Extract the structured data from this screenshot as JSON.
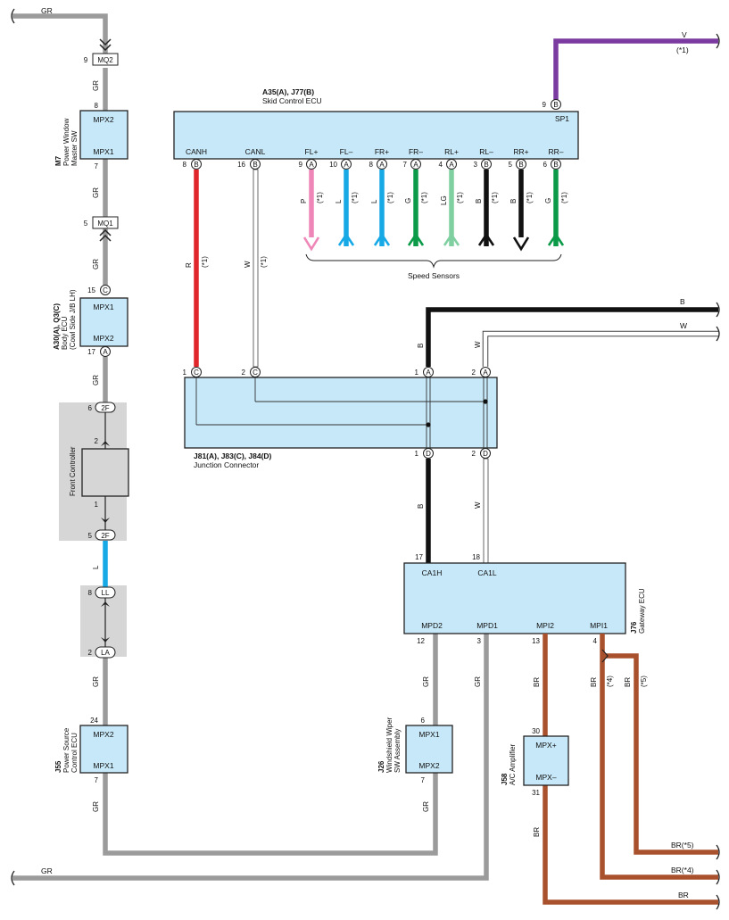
{
  "colors": {
    "GR": "#9b9b9b",
    "L": "#16a9e6",
    "R": "#e0262a",
    "P": "#ef86b8",
    "G": "#0a9a48",
    "LG": "#80cfa0",
    "B": "#111111",
    "V": "#7a3aa0",
    "BR": "#a8512c",
    "W": "#ffffff",
    "box_fill": "#c7e8f8",
    "gray_area": "#d6d6d6"
  },
  "wires": {
    "gr_top": "GR",
    "gr_mq2_8": "GR",
    "gr_m7_7": "GR",
    "gr_mq1_15": "GR",
    "gr_a30_17": "GR",
    "l_mid": "L",
    "gr_la_24": "GR",
    "gr_j55_7": "GR",
    "gr_j26_6": "GR",
    "gr_j26_7": "GR",
    "gr_bottom": "GR",
    "br_13": "BR",
    "br_4_a": "BR",
    "br_4_b": "BR",
    "br_31": "BR",
    "br_e5": "BR(*5)",
    "br_e4": "BR(*4)",
    "br_e": "BR",
    "canh_r": "R",
    "canl_w": "W",
    "fl_plus": "P",
    "fl_minus": "L",
    "fr_plus": "L",
    "fr_minus": "G",
    "rl_plus": "LG",
    "rl_minus": "B",
    "rr_plus": "B",
    "rr_minus": "G",
    "ca1h_b": "B",
    "ca1l_w": "W",
    "top_b": "B",
    "top_w": "W",
    "v_top": "V"
  },
  "notes": {
    "n1": "(*1)",
    "n4": "(*4)",
    "n5": "(*5)"
  },
  "connectors": {
    "mq2": "MQ2",
    "mq1": "MQ1",
    "c_letter": "C",
    "a_letter": "A",
    "b_letter": "B",
    "d_letter": "D",
    "twoF": "2F",
    "ll": "LL",
    "la": "LA"
  },
  "pins": {
    "p9": "9",
    "p8": "8",
    "p7": "7",
    "p5": "5",
    "p15": "15",
    "p17": "17",
    "p6": "6",
    "p2": "2",
    "p1": "1",
    "p24": "24",
    "p16": "16",
    "p10": "10",
    "p4": "4",
    "p3": "3",
    "p12": "12",
    "p13": "13",
    "p18": "18",
    "p30": "30",
    "p31": "31"
  },
  "components": {
    "m7": {
      "code": "M7",
      "name1": "Power Window",
      "name2": "Master SW",
      "top": "MPX2",
      "bottom": "MPX1"
    },
    "a30": {
      "code": "A30(A), Q3(C)",
      "name1": "Body ECU",
      "name2": "(Cowl Side J/B LH)",
      "top": "MPX1",
      "bottom": "MPX2"
    },
    "front": {
      "name": "Front Controller"
    },
    "j55": {
      "code": "J55",
      "name1": "Power Source",
      "name2": "Control ECU",
      "top": "MPX2",
      "bottom": "MPX1"
    },
    "a35": {
      "code": "A35(A), J77(B)",
      "name": "Skid Control ECU",
      "sp1": "SP1",
      "pins": [
        "CANH",
        "CANL",
        "FL+",
        "FL–",
        "FR+",
        "FR–",
        "RL+",
        "RL–",
        "RR+",
        "RR–"
      ]
    },
    "speed": {
      "label": "Speed Sensors"
    },
    "j81": {
      "code": "J81(A), J83(C), J84(D)",
      "name": "Junction Connector"
    },
    "j76": {
      "code": "J76",
      "name": "Gateway ECU",
      "ca1h": "CA1H",
      "ca1l": "CA1L",
      "mpd2": "MPD2",
      "mpd1": "MPD1",
      "mpi2": "MPI2",
      "mpi1": "MPI1"
    },
    "j26": {
      "code": "J26",
      "name1": "Windshield Wiper",
      "name2": "SW Assembly",
      "top": "MPX1",
      "bottom": "MPX2"
    },
    "j58": {
      "code": "J58",
      "name": "A/C Amplifier",
      "top": "MPX+",
      "bottom": "MPX–"
    }
  }
}
